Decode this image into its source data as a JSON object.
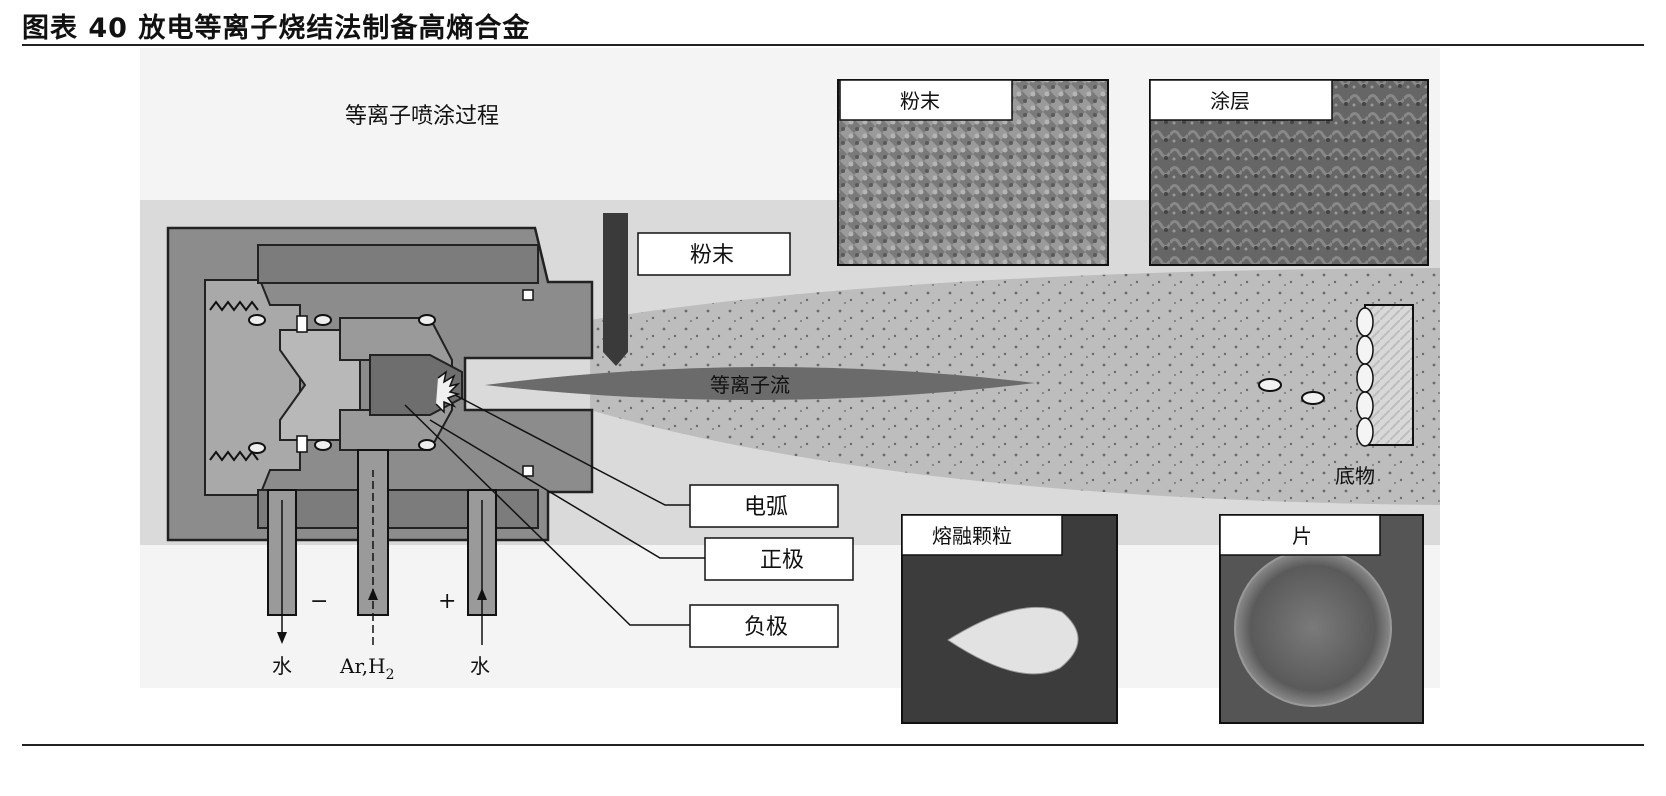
{
  "figure": {
    "title": "图表 40 放电等离子烧结法制备高熵合金"
  },
  "diagram": {
    "heading": "等离子喷涂过程",
    "labels": {
      "powder_feed": "粉末",
      "plasma_flow": "等离子流",
      "arc": "电弧",
      "anode": "正极",
      "cathode": "负极",
      "substrate": "底物",
      "water_out": "水",
      "water_in": "水",
      "gas": "Ar,H",
      "gas_sub": "2",
      "minus": "−",
      "plus": "+"
    },
    "insets": {
      "powder": "粉末",
      "coating": "涂层",
      "molten_particle": "熔融颗粒",
      "splat": "片"
    }
  }
}
